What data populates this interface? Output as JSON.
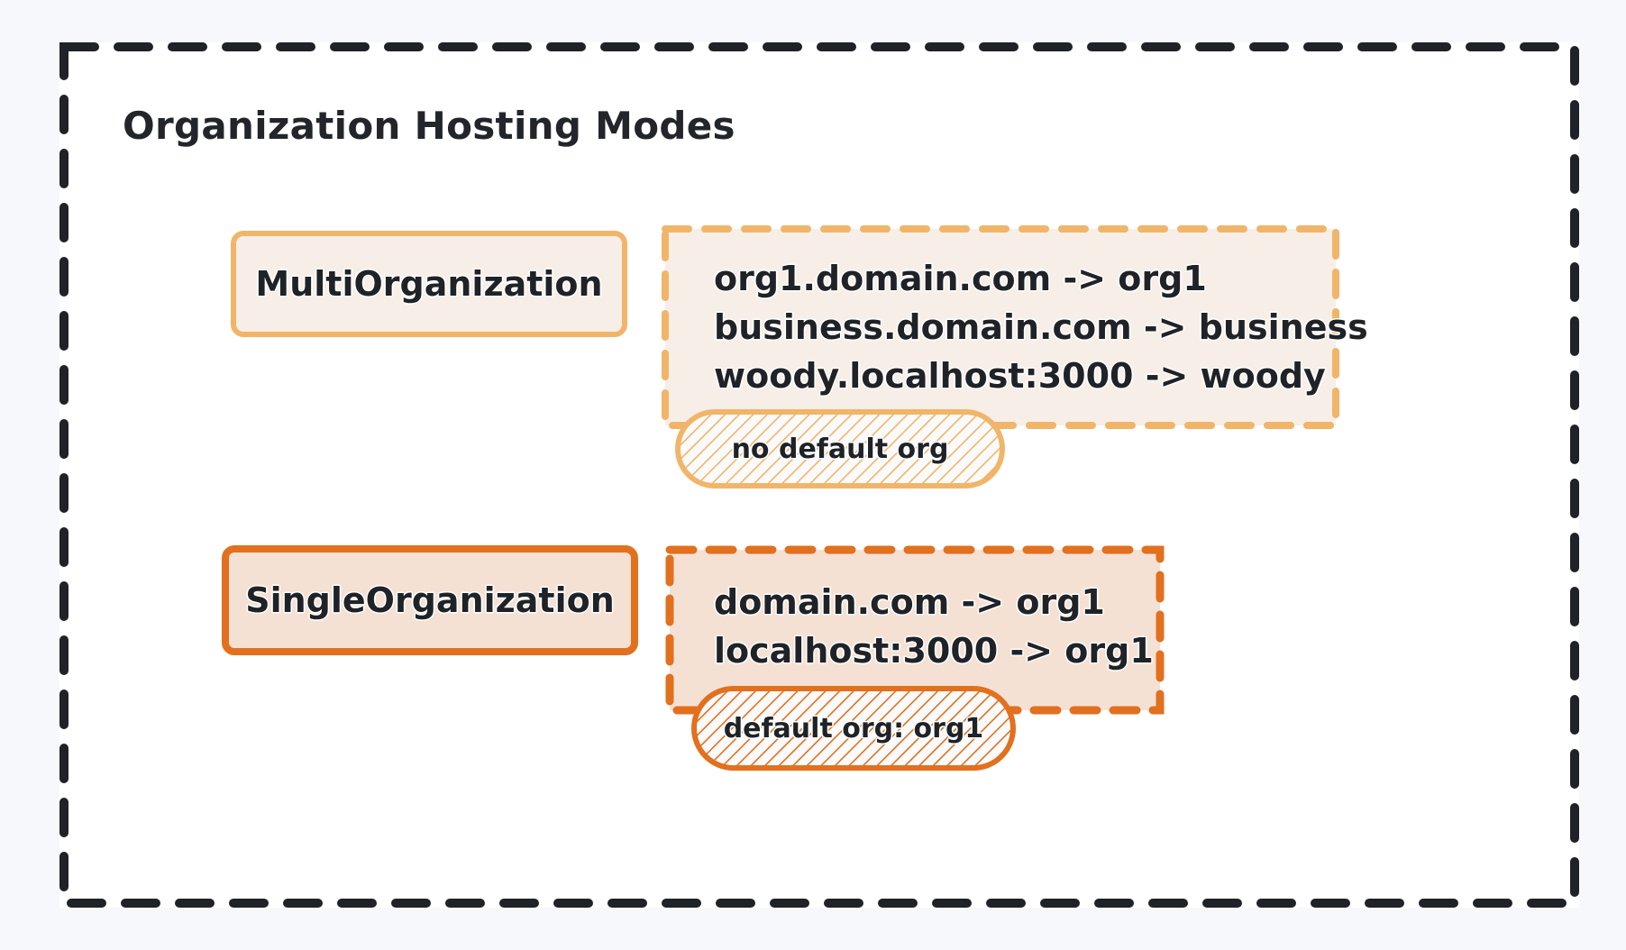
{
  "page": {
    "background": "#F7F8FC",
    "sheet_background": "#FFFFFF",
    "frame_color": "#1F2327",
    "title": "Organization Hosting Modes"
  },
  "colors": {
    "multi_border": "#F1B56A",
    "multi_fill": "#F7EFE7",
    "single_border": "#E2701E",
    "single_fill": "#F5E1D4",
    "text": "#1F2327"
  },
  "modes": [
    {
      "id": "multi",
      "label": "MultiOrganization",
      "mappings": [
        "org1.domain.com -> org1",
        "business.domain.com -> business",
        "woody.localhost:3000 -> woody"
      ],
      "note": "no default org"
    },
    {
      "id": "single",
      "label": "SingleOrganization",
      "mappings": [
        "domain.com -> org1",
        "localhost:3000 -> org1"
      ],
      "note": "default org: org1"
    }
  ]
}
